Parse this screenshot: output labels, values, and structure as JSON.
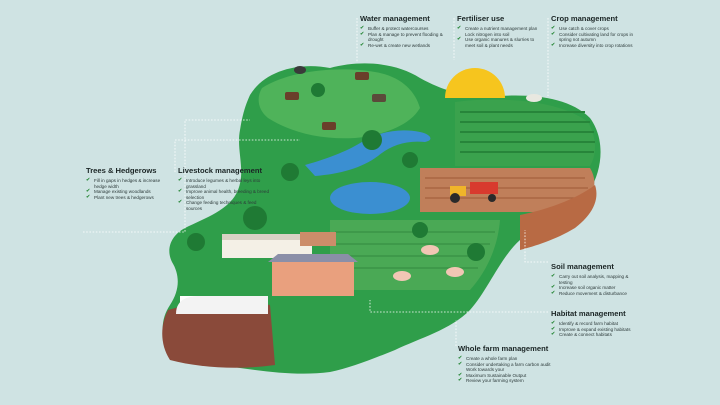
{
  "colors": {
    "background": "#cfe3e3",
    "land": "#2f9e4a",
    "land_dark": "#22803a",
    "field_light": "#7cc46a",
    "water": "#3b8fd1",
    "sun": "#f6c51e",
    "soil": "#b86a44",
    "tick": "#2e8b3e",
    "leader": "#ffffff"
  },
  "panels": {
    "water": {
      "title": "Water management",
      "items": [
        "Buffer & protect watercourses",
        "Plan & manage to prevent flooding & drought",
        "Re-wet & create new wetlands"
      ]
    },
    "fertiliser": {
      "title": "Fertiliser use",
      "items": [
        "Create a nutrient management plan Lock nitrogen into soil",
        "Use organic manures & slurries to meet soil & plant needs"
      ]
    },
    "crop": {
      "title": "Crop management",
      "items": [
        "Use catch & cover crops",
        "Consider cultivating land for crops in spring not autumn",
        "Increase diversity into crop rotations"
      ]
    },
    "trees": {
      "title": "Trees & Hedgerows",
      "items": [
        "Fill in gaps in hedges & increase hedge width",
        "Manage existing woodlands",
        "Plant new trees & hedgerows"
      ]
    },
    "livestock": {
      "title": "Livestock management",
      "items": [
        "Introduce legumes & herbal leys into grassland",
        "Improve animal health, breeding & breed selection",
        "Change feeding techniques & feed sources"
      ]
    },
    "soil": {
      "title": "Soil management",
      "items": [
        "Carry out soil analysis, mapping & testing",
        "Increase soil organic matter",
        "Reduce movement & disturbance"
      ]
    },
    "habitat": {
      "title": "Habitat management",
      "items": [
        "Identify & record farm habitat",
        "Improve & expand existing habitats",
        "Create & connect habitats"
      ]
    },
    "whole": {
      "title": "Whole farm management",
      "items": [
        "Create a whole farm plan",
        "Consider undertaking a farm carbon audit Work towards your",
        "Maximum Sustainable Output",
        "Review your farming system"
      ]
    }
  }
}
